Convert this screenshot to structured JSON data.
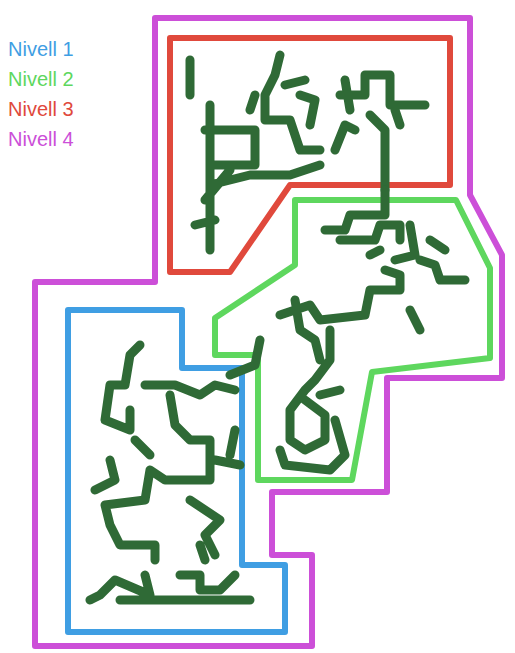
{
  "diagram": {
    "legend": [
      {
        "text": "Nivell 1",
        "color": "#3f9ee3"
      },
      {
        "text": "Nivell 2",
        "color": "#5ed75e"
      },
      {
        "text": "Nivell 3",
        "color": "#e0493c"
      },
      {
        "text": "Nivell 4",
        "color": "#cc4fd8"
      }
    ]
  }
}
